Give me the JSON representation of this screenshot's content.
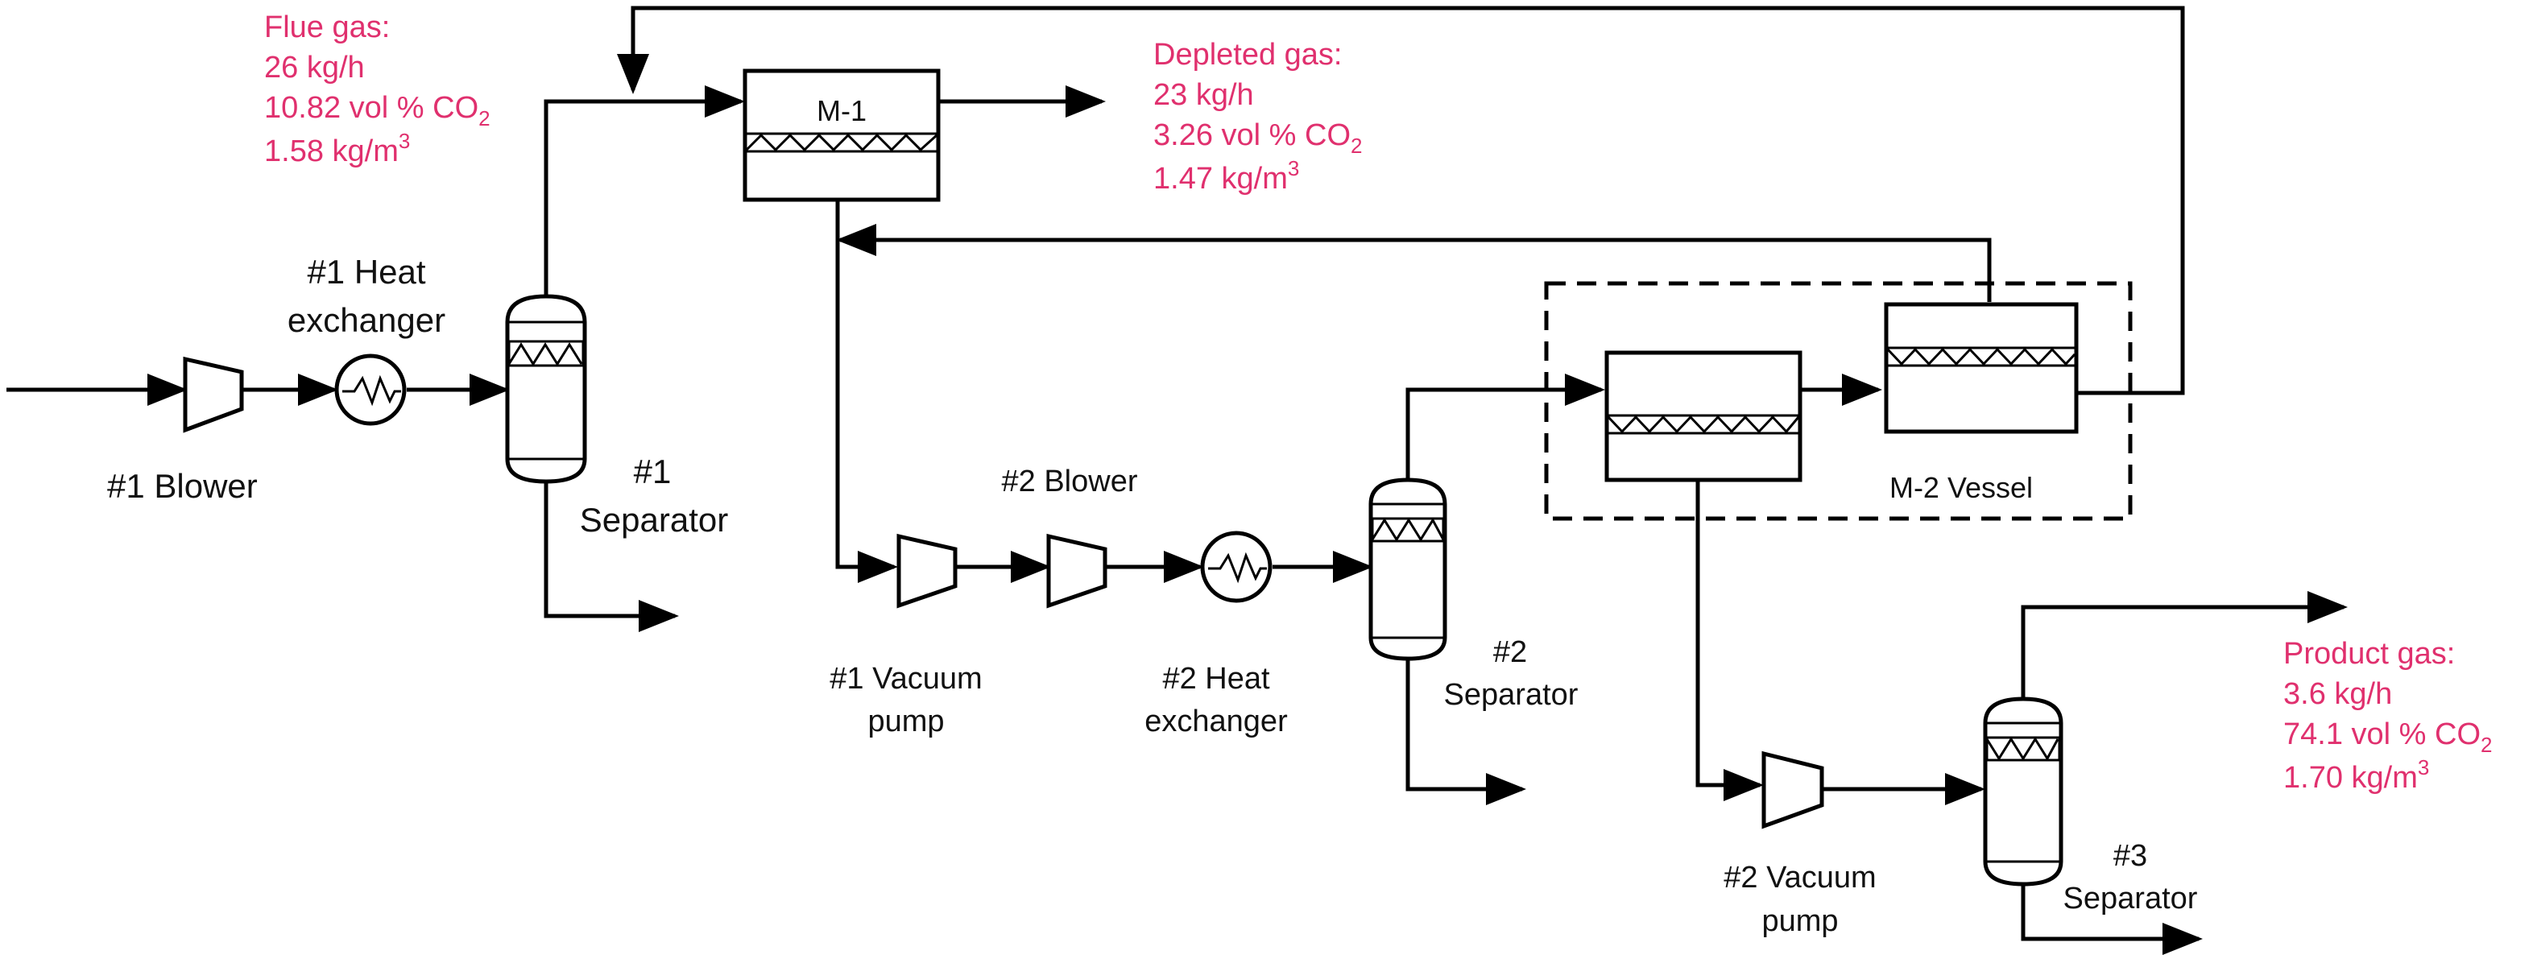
{
  "colors": {
    "annotation": "#e0306e",
    "line": "#000000"
  },
  "equipment": {
    "blower1": "#1 Blower",
    "heat_exchanger1": [
      "#1 Heat",
      "exchanger"
    ],
    "separator1": [
      "#1",
      "Separator"
    ],
    "membrane1": "M-1",
    "vacuum_pump1": [
      "#1 Vacuum",
      "pump"
    ],
    "blower2": "#2 Blower",
    "heat_exchanger2": [
      "#2 Heat",
      "exchanger"
    ],
    "separator2": [
      "#2",
      "Separator"
    ],
    "membrane2_vessel": "M-2 Vessel",
    "vacuum_pump2": [
      "#2 Vacuum",
      "pump"
    ],
    "separator3": [
      "#3",
      "Separator"
    ]
  },
  "streams": {
    "flue_gas": {
      "title": "Flue gas:",
      "flow": "26 kg/h",
      "co2_value": "10.82 vol % CO",
      "co2_sub": "2",
      "density_value": "1.58 kg/m",
      "density_sup": "3"
    },
    "depleted_gas": {
      "title": "Depleted gas:",
      "flow": "23 kg/h",
      "co2_value": "3.26 vol % CO",
      "co2_sub": "2",
      "density_value": "1.47 kg/m",
      "density_sup": "3"
    },
    "product_gas": {
      "title": "Product gas:",
      "flow": "3.6 kg/h",
      "co2_value": "74.1 vol % CO",
      "co2_sub": "2",
      "density_value": "1.70 kg/m",
      "density_sup": "3"
    }
  }
}
